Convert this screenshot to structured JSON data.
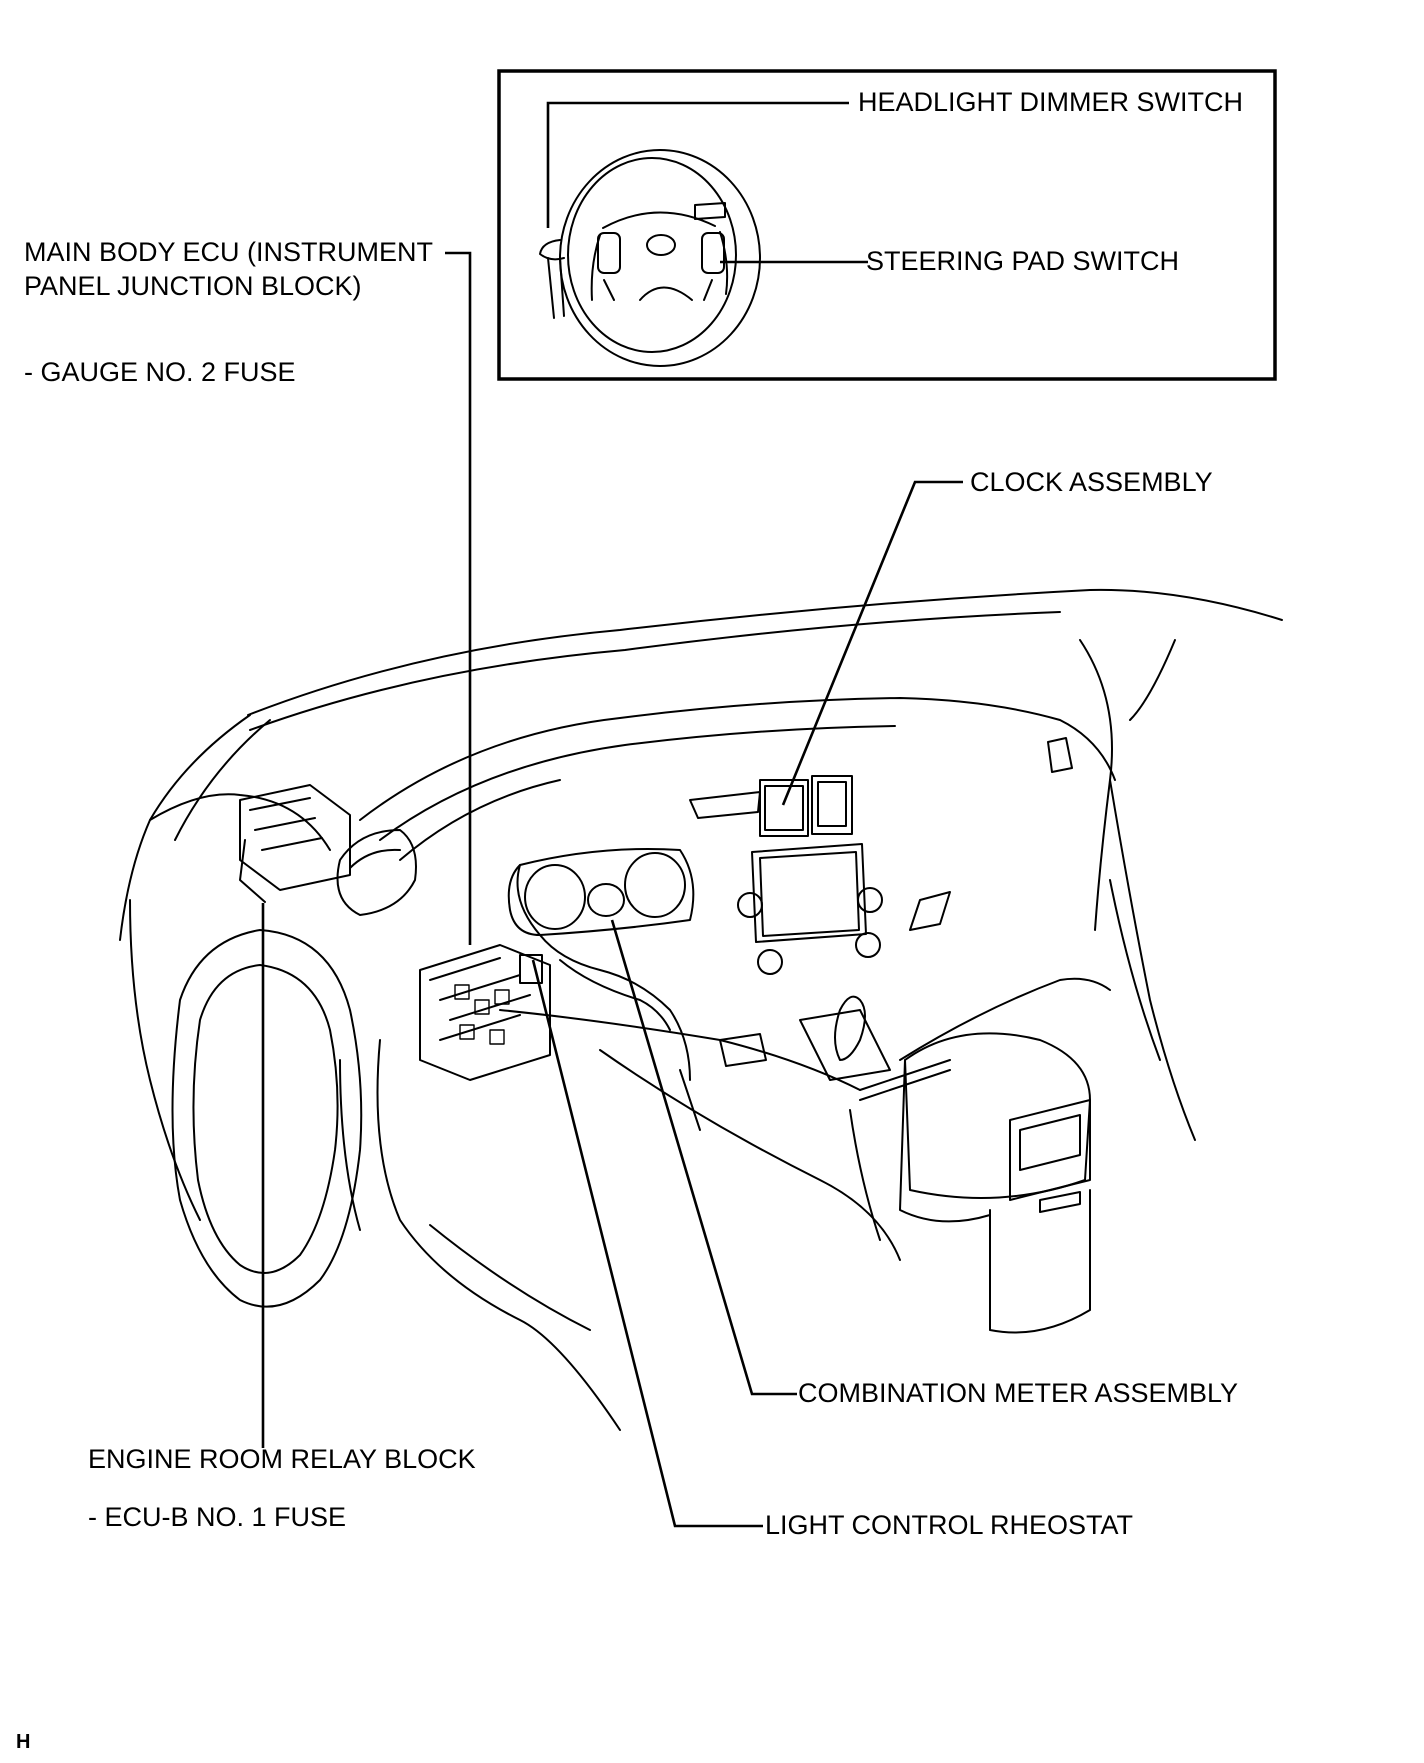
{
  "labels": {
    "headlight_dimmer_switch": "HEADLIGHT DIMMER SWITCH",
    "steering_pad_switch": "STEERING PAD SWITCH",
    "main_body_ecu_line1": "MAIN BODY ECU (INSTRUMENT",
    "main_body_ecu_line2": "PANEL JUNCTION BLOCK)",
    "gauge_fuse": "- GAUGE NO. 2 FUSE",
    "clock_assembly": "CLOCK ASSEMBLY",
    "combination_meter_assembly": "COMBINATION METER ASSEMBLY",
    "engine_room_relay_block": "ENGINE ROOM RELAY BLOCK",
    "ecu_b_fuse": "- ECU-B NO. 1 FUSE",
    "light_control_rheostat": "LIGHT CONTROL RHEOSTAT"
  },
  "corner_mark": "H"
}
